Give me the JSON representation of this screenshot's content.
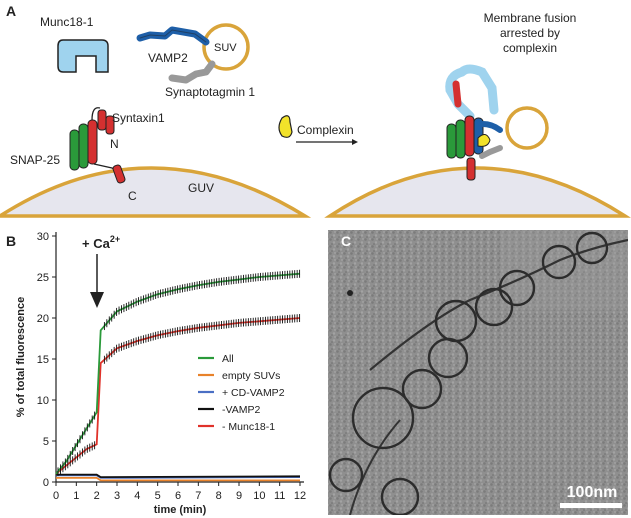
{
  "panels": {
    "a_label": "A",
    "b_label": "B",
    "c_label": "C"
  },
  "schematic": {
    "munc18": "Munc18-1",
    "vamp2": "VAMP2",
    "suv": "SUV",
    "synaptotagmin": "Synaptotagmin 1",
    "syntaxin": "Syntaxin1",
    "n_term": "N",
    "c_term": "C",
    "snap25": "SNAP-25",
    "guv": "GUV",
    "complexin": "Complexin",
    "arrest_line1": "Membrane fusion",
    "arrest_line2": "arrested by",
    "arrest_line3": "complexin"
  },
  "chart_data": {
    "type": "line",
    "xlabel": "time (min)",
    "ylabel": "% of total fluorescence",
    "xlim": [
      0,
      12
    ],
    "ylim": [
      0,
      30
    ],
    "xticks": [
      "0",
      "1",
      "2",
      "3",
      "4",
      "5",
      "6",
      "7",
      "8",
      "9",
      "10",
      "11",
      "12"
    ],
    "yticks": [
      "0",
      "5",
      "10",
      "15",
      "20",
      "25",
      "30"
    ],
    "annotation": {
      "text": "+ Ca",
      "superscript": "2+",
      "x": 2
    },
    "legend_position": "right",
    "series": [
      {
        "name": "All",
        "color": "#2a9a3a",
        "points": [
          [
            0,
            1
          ],
          [
            0.5,
            2.5
          ],
          [
            1,
            4.5
          ],
          [
            1.5,
            6.5
          ],
          [
            2,
            8.5
          ],
          [
            2.2,
            18.5
          ],
          [
            3,
            20.8
          ],
          [
            4,
            22
          ],
          [
            5,
            22.9
          ],
          [
            6,
            23.5
          ],
          [
            7,
            24
          ],
          [
            8,
            24.4
          ],
          [
            9,
            24.7
          ],
          [
            10,
            25
          ],
          [
            11,
            25.2
          ],
          [
            12,
            25.4
          ]
        ]
      },
      {
        "name": "empty SUVs",
        "color": "#e8822a",
        "points": [
          [
            0,
            0.5
          ],
          [
            2,
            0.5
          ],
          [
            2.2,
            0.2
          ],
          [
            12,
            0.2
          ]
        ]
      },
      {
        "name": "+ CD-VAMP2",
        "color": "#4a6fc4",
        "points": [
          [
            0,
            0.8
          ],
          [
            2,
            0.8
          ],
          [
            2.2,
            0.5
          ],
          [
            12,
            0.6
          ]
        ]
      },
      {
        "name": "-VAMP2",
        "color": "#111111",
        "points": [
          [
            0,
            0.9
          ],
          [
            2,
            0.9
          ],
          [
            2.2,
            0.6
          ],
          [
            12,
            0.7
          ]
        ]
      },
      {
        "name": "- Munc18-1",
        "color": "#e0322a",
        "points": [
          [
            0,
            1
          ],
          [
            0.5,
            2
          ],
          [
            1,
            3
          ],
          [
            1.5,
            4
          ],
          [
            2,
            4.6
          ],
          [
            2.2,
            14.5
          ],
          [
            3,
            16.3
          ],
          [
            4,
            17.2
          ],
          [
            5,
            17.9
          ],
          [
            6,
            18.4
          ],
          [
            7,
            18.8
          ],
          [
            8,
            19.1
          ],
          [
            9,
            19.4
          ],
          [
            10,
            19.6
          ],
          [
            11,
            19.8
          ],
          [
            12,
            20
          ]
        ]
      }
    ]
  },
  "micrograph": {
    "scale_bar": "100nm"
  }
}
